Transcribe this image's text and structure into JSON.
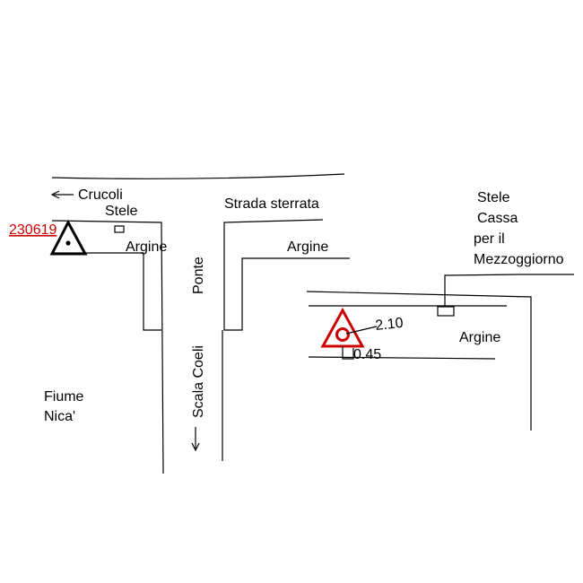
{
  "benchmark_left": {
    "id": "230619"
  },
  "labels": {
    "crucoli": "Crucoli",
    "stele_left": "Stele",
    "argine_left": "Argine",
    "strada": "Strada sterrata",
    "argine_mid": "Argine",
    "ponte": "Ponte",
    "scala_coeli": "Scala Coeli",
    "fiume_line1": "Fiume",
    "fiume_line2": "Nica'",
    "stele_right": [
      "Stele",
      "Cassa",
      "per il",
      "Mezzoggiorno"
    ],
    "argine_right": "Argine"
  },
  "dimensions": {
    "horizontal": "2.10",
    "vertical": "0.45"
  },
  "colors": {
    "lines": "#000000",
    "benchmark_red": "#cc0000"
  }
}
